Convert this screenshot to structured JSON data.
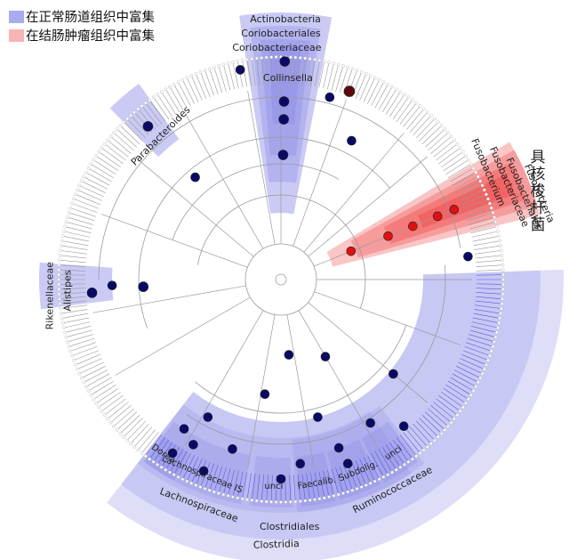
{
  "legend": {
    "normal": {
      "label": "在正常肠道组织中富集",
      "color": "#aaaaf0"
    },
    "tumor": {
      "label": "在结肠肿瘤组织中富集",
      "color": "#f7b4b4"
    }
  },
  "side_title": "具核梭杆菌",
  "clades": {
    "actinobacteria": "Actinobacteria",
    "coriobacteriales": "Coriobacteriales",
    "coriobacteriaceae": "Coriobacteriaceae",
    "collinsella": "Collinsella",
    "parabacteroides": "Parabacteroides",
    "rikenellaceae": "Rikenellaceae",
    "alistipes": "Alistipes",
    "fusobacteria": "Fusobacteria",
    "fusobacteriales": "Fusobacteriales",
    "fusobacteriaceae": "Fusobacteriaceae",
    "fusobacterium": "Fusobacterium",
    "dorea": "Dorea",
    "lachnospiraceae_is": "Lachnospiraceae IS",
    "lachnospiraceae": "Lachnospiraceae",
    "unci_a": "unci",
    "faecalib": "Faecalib.",
    "subdolig": "Subdolig.",
    "unci_b": "unci",
    "ruminococcaceae": "Ruminococcaceae",
    "clostridiales": "Clostridiales",
    "clostridia": "Clostridia"
  },
  "colors": {
    "normal_node": "#0a0a66",
    "tumor_node": "#e01010",
    "highlight_blue": "#8a8ae6",
    "highlight_red": "#f04040",
    "branch": "#9a9a9a"
  }
}
